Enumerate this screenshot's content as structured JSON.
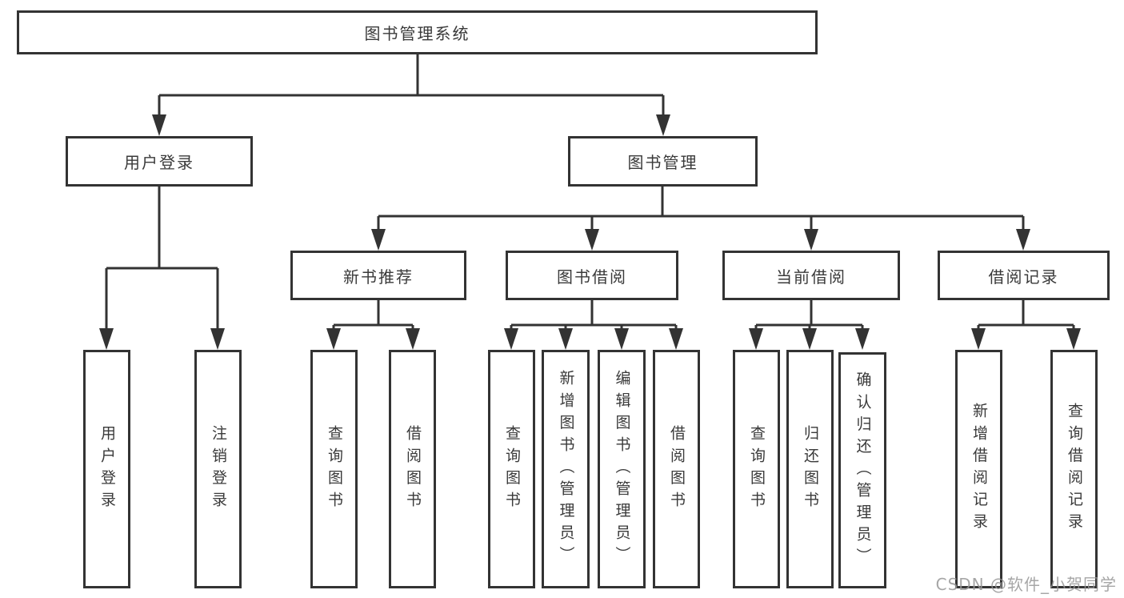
{
  "diagram": {
    "title_node": "图书管理系统",
    "branches": [
      {
        "label": "用户登录",
        "children": [
          "用户登录",
          "注销登录"
        ]
      },
      {
        "label": "图书管理",
        "sections": [
          {
            "label": "新书推荐",
            "children": [
              "查询图书",
              "借阅图书"
            ]
          },
          {
            "label": "图书借阅",
            "children": [
              "查询图书",
              "新增图书（管理员）",
              "编辑图书（管理员）",
              "借阅图书"
            ]
          },
          {
            "label": "当前借阅",
            "children": [
              "查询图书",
              "归还图书",
              "确认归还（管理员）"
            ]
          },
          {
            "label": "借阅记录",
            "children": [
              "新增借阅记录",
              "查询借阅记录"
            ]
          }
        ]
      }
    ],
    "watermark": "CSDN @软件_小贺同学",
    "colors": {
      "line": "#333333",
      "box_border": "#333333",
      "box_background": "#ffffff",
      "text": "#3a3a3a",
      "watermark_text": "#969696"
    }
  }
}
